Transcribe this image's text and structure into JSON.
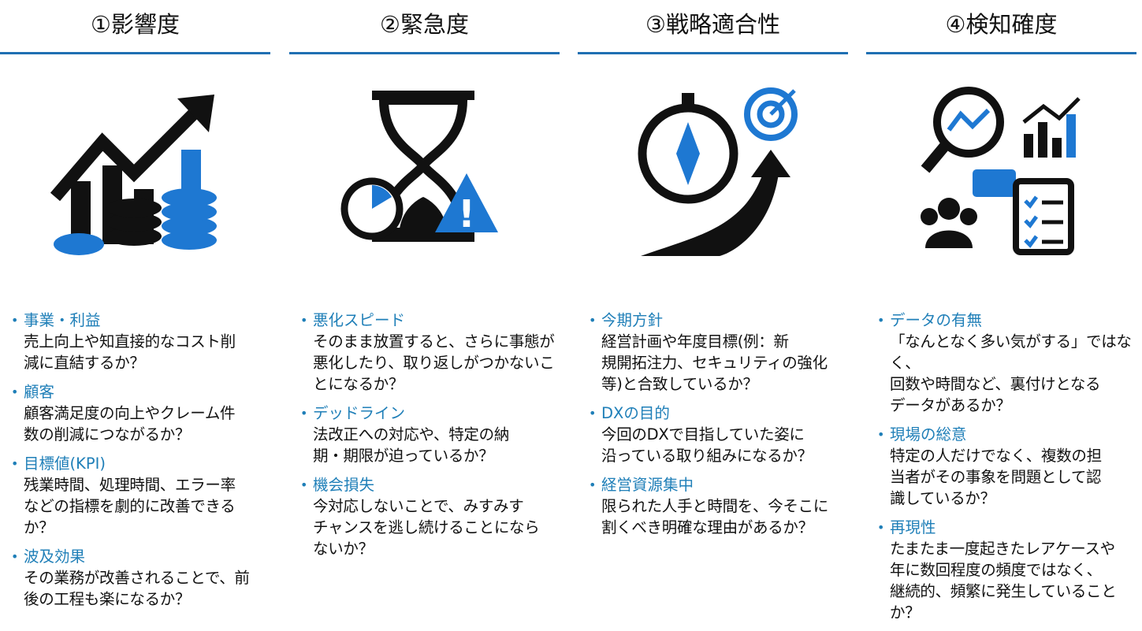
{
  "columns": [
    {
      "title": "①影響度",
      "icon": "growth-chart-coins-icon",
      "items": [
        {
          "head": "事業・利益",
          "body": "売上向上や知直接的なコスト削\n減に直結するか？"
        },
        {
          "head": "顧客",
          "body": "顧客満足度の向上やクレーム件\n数の削減につながるか？"
        },
        {
          "head": "目標値(KPI)",
          "body": "残業時間、処理時間、エラー率\nなどの指標を劇的に改善できる\nか？"
        },
        {
          "head": "波及効果",
          "body": "その業務が改善されることで、前\n後の工程も楽になるか？"
        }
      ]
    },
    {
      "title": "②緊急度",
      "icon": "hourglass-stopwatch-warning-icon",
      "items": [
        {
          "head": "悪化スピード",
          "body": "そのまま放置すると、さらに事態が\n悪化したり、取り返しがつかないこ\nとになるか？"
        },
        {
          "head": "デッドライン",
          "body": "法改正への対応や、特定の納\n期・期限が迫っているか？"
        },
        {
          "head": "機会損失",
          "body": "今対応しないことで、みすみす\nチャンスを逃し続けることになら\nないか？"
        }
      ]
    },
    {
      "title": "③戦略適合性",
      "icon": "compass-target-road-icon",
      "items": [
        {
          "head": "今期方針",
          "body": "経営計画や年度目標(例：新\n規開拓注力、セキュリティの強化\n等)と合致しているか？"
        },
        {
          "head": "DXの目的",
          "body": "今回のDXで目指していた姿に\n沿っている取り組みになるか？"
        },
        {
          "head": "経営資源集中",
          "body": "限られた人手と時間を、今そこに\n割くべき明確な理由があるか？"
        }
      ]
    },
    {
      "title": "④検知確度",
      "icon": "data-analysis-team-checklist-icon",
      "items": [
        {
          "head": "データの有無",
          "body": "「なんとなく多い気がする」ではなく、\n回数や時間など、裏付けとなる\nデータがあるか？"
        },
        {
          "head": "現場の総意",
          "body": "特定の人だけでなく、複数の担\n当者がその事象を問題として認\n識しているか？"
        },
        {
          "head": "再現性",
          "body": "たまたま一度起きたレアケースや\n年に数回程度の頻度ではなく、\n継続的、頻繁に発生していること\nか？"
        }
      ]
    }
  ],
  "colors": {
    "accent": "#1f6fb2",
    "heading": "#1f7fb8",
    "icon_blue": "#1e78d2"
  }
}
